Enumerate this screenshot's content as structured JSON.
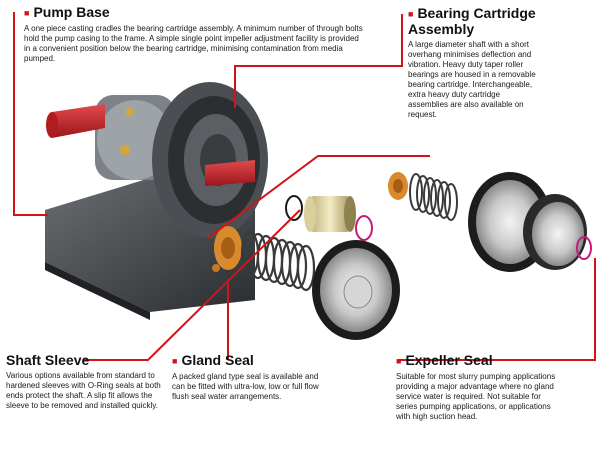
{
  "callouts": {
    "pump_base": {
      "title": "Pump Base",
      "text": "A one piece casting cradles the bearing cartridge assembly. A minimum number of through bolts hold the pump casing to the frame. A simple single point impeller adjustment facility is provided in a convenient position below the bearing cartridge, minimising contamination from media pumped."
    },
    "bearing_cartridge": {
      "title": "Bearing Cartridge Assembly",
      "text": "A large diameter shaft with a short overhang minimises deflection and vibration. Heavy duty taper roller bearings are housed in a removable bearing cartridge. Interchangeable, extra heavy duty cartridge assemblies are also available on request."
    },
    "shaft_sleeve": {
      "title": "Shaft Sleeve",
      "text": "Various options available from standard to hardened sleeves with O-Ring seals at both ends protect the shaft. A slip fit allows the sleeve to be removed and installed quickly."
    },
    "gland_seal": {
      "title": "Gland Seal",
      "text": "A packed gland type seal is available and can be fitted with ultra-low, low or full flow flush seal water arrangements."
    },
    "expeller_seal": {
      "title": "Expeller Seal",
      "text": "Suitable for most slurry pumping applications providing a major advantage where no gland service water is required. Not suitable for series pumping applications, or applications with high suction head."
    }
  },
  "colors": {
    "leader": "#d21418",
    "pump_body": "#3c4043",
    "shaft": "#c8262b",
    "orange_part": "#d98a2c"
  }
}
